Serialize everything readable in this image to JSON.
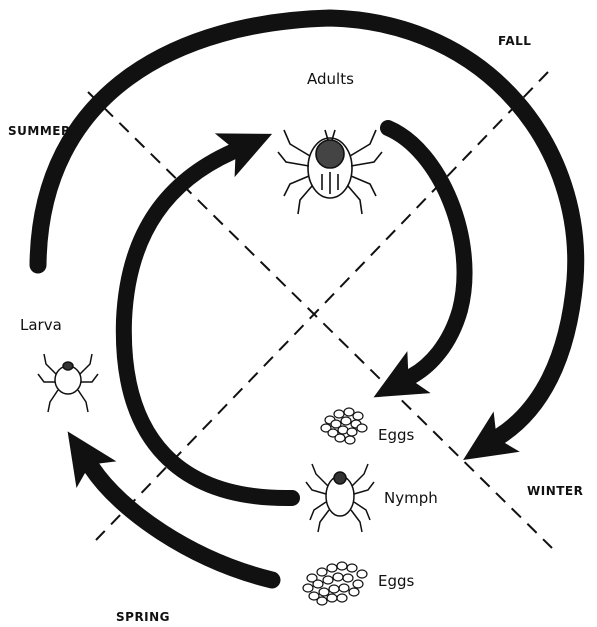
{
  "seasons": {
    "summer": "SUMMER",
    "fall": "FALL",
    "winter": "WINTER",
    "spring": "SPRING"
  },
  "stages": {
    "adults": "Adults",
    "larva": "Larva",
    "eggs_upper": "Eggs",
    "nymph": "Nymph",
    "eggs_lower": "Eggs"
  },
  "colors": {
    "ink": "#111111",
    "background": "#ffffff"
  },
  "icons": [
    "adult-tick-icon",
    "larva-tick-icon",
    "nymph-tick-icon",
    "egg-cluster-icon"
  ]
}
